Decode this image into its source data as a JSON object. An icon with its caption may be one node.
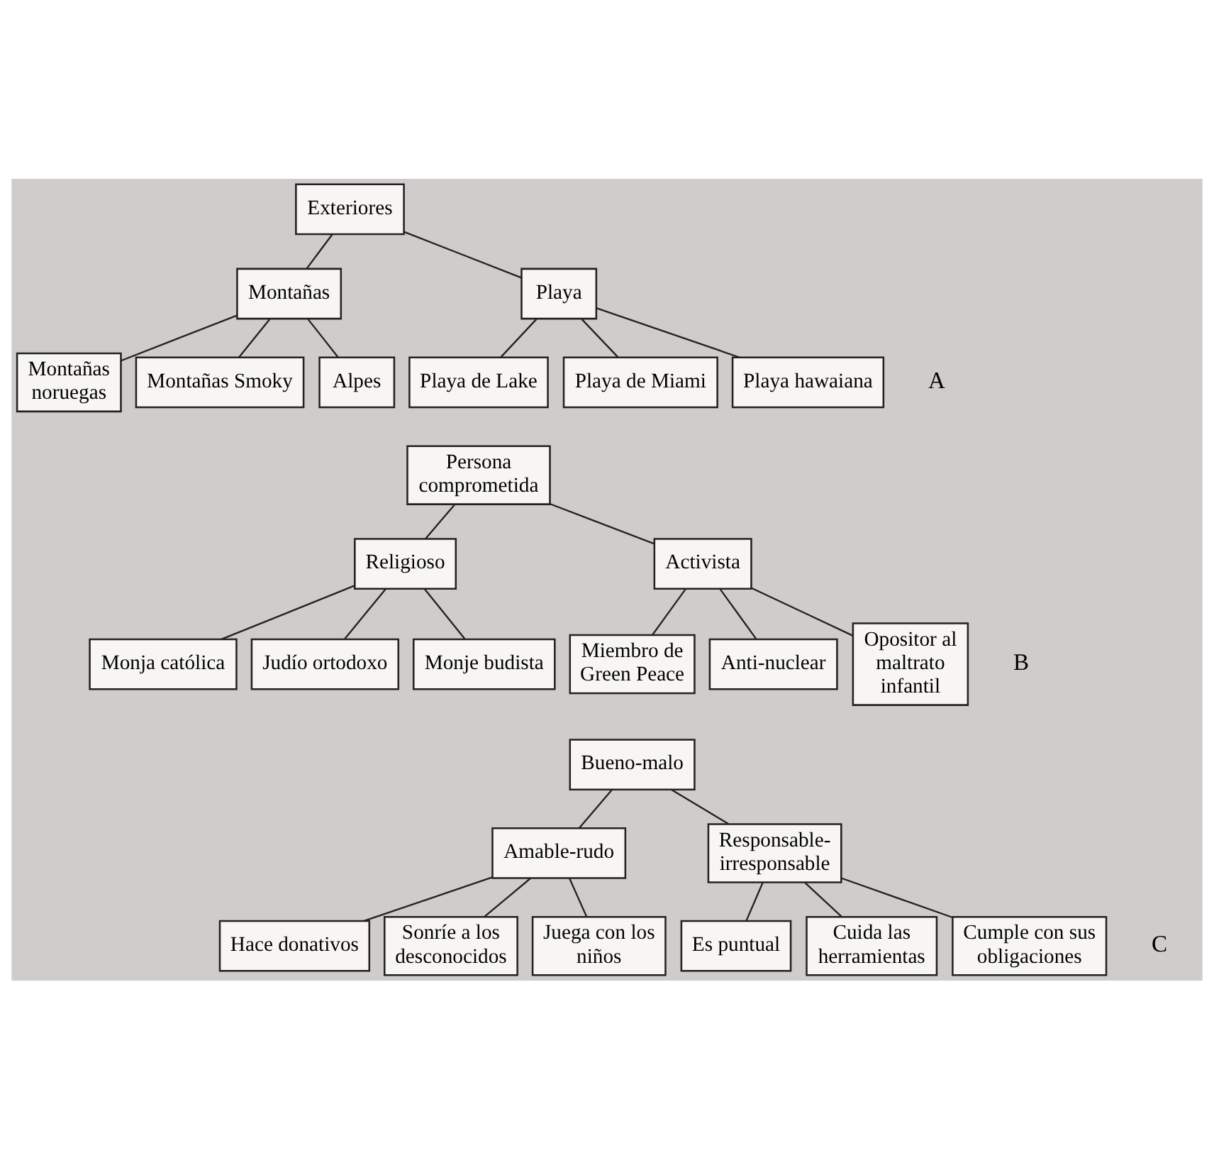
{
  "diagram": {
    "nodes": [
      {
        "text": [
          "Exteriores"
        ]
      },
      {
        "text": [
          "Montañas"
        ]
      },
      {
        "text": [
          "Playa"
        ]
      },
      {
        "text": [
          "Montañas noruegas"
        ]
      },
      {
        "text": [
          "Montañas Smoky"
        ]
      },
      {
        "text": [
          "Alpes"
        ]
      },
      {
        "text": [
          "Playa de Lake"
        ]
      },
      {
        "text": [
          "Playa de Miami"
        ]
      },
      {
        "text": [
          "Playa hawaiana"
        ]
      },
      {
        "text": [
          "Persona comprometida"
        ]
      },
      {
        "text": [
          "Religioso"
        ]
      },
      {
        "text": [
          "Activista"
        ]
      },
      {
        "text": [
          "Monja católica"
        ]
      },
      {
        "text": [
          "Judío ortodoxo"
        ]
      },
      {
        "text": [
          "Monje budista"
        ]
      },
      {
        "text": [
          "Miembro de Green Peace"
        ]
      },
      {
        "text": [
          "Anti-nuclear"
        ]
      },
      {
        "text": [
          "Opositor al maltrato infantil"
        ]
      },
      {
        "text": [
          "Bueno-malo"
        ]
      },
      {
        "text": [
          "Amable-rudo"
        ]
      },
      {
        "text": [
          "Responsable-irresponsable"
        ]
      },
      {
        "text": [
          "Hace donativos"
        ]
      },
      {
        "text": [
          "Sonríe a los desconocidos"
        ]
      },
      {
        "text": [
          "Juega con los niños"
        ]
      },
      {
        "text": [
          "Es puntual"
        ]
      },
      {
        "text": [
          "Cuida las herramientas"
        ]
      },
      {
        "text": [
          "Cumple con sus obligaciones"
        ]
      }
    ],
    "edges": [
      {
        "from": 0,
        "to": 1,
        "arrow": "none"
      },
      {
        "from": 0,
        "to": 2,
        "arrow": "none"
      },
      {
        "from": 1,
        "to": 3,
        "arrow": "none"
      },
      {
        "from": 1,
        "to": 4,
        "arrow": "none"
      },
      {
        "from": 1,
        "to": 5,
        "arrow": "none"
      },
      {
        "from": 2,
        "to": 6,
        "arrow": "none"
      },
      {
        "from": 2,
        "to": 7,
        "arrow": "none"
      },
      {
        "from": 2,
        "to": 8,
        "arrow": "none"
      },
      {
        "from": 9,
        "to": 10,
        "arrow": "none"
      },
      {
        "from": 9,
        "to": 11,
        "arrow": "none"
      },
      {
        "from": 10,
        "to": 12,
        "arrow": "none"
      },
      {
        "from": 10,
        "to": 13,
        "arrow": "none"
      },
      {
        "from": 10,
        "to": 14,
        "arrow": "none"
      },
      {
        "from": 11,
        "to": 15,
        "arrow": "none"
      },
      {
        "from": 11,
        "to": 16,
        "arrow": "none"
      },
      {
        "from": 11,
        "to": 17,
        "arrow": "none"
      },
      {
        "from": 18,
        "to": 19,
        "arrow": "none"
      },
      {
        "from": 18,
        "to": 20,
        "arrow": "none"
      },
      {
        "from": 19,
        "to": 21,
        "arrow": "none"
      },
      {
        "from": 19,
        "to": 22,
        "arrow": "none"
      },
      {
        "from": 19,
        "to": 23,
        "arrow": "none"
      },
      {
        "from": 20,
        "to": 24,
        "arrow": "none"
      },
      {
        "from": 20,
        "to": 25,
        "arrow": "none"
      },
      {
        "from": 20,
        "to": 26,
        "arrow": "none"
      }
    ],
    "labels": [
      "A",
      "B",
      "C"
    ]
  }
}
